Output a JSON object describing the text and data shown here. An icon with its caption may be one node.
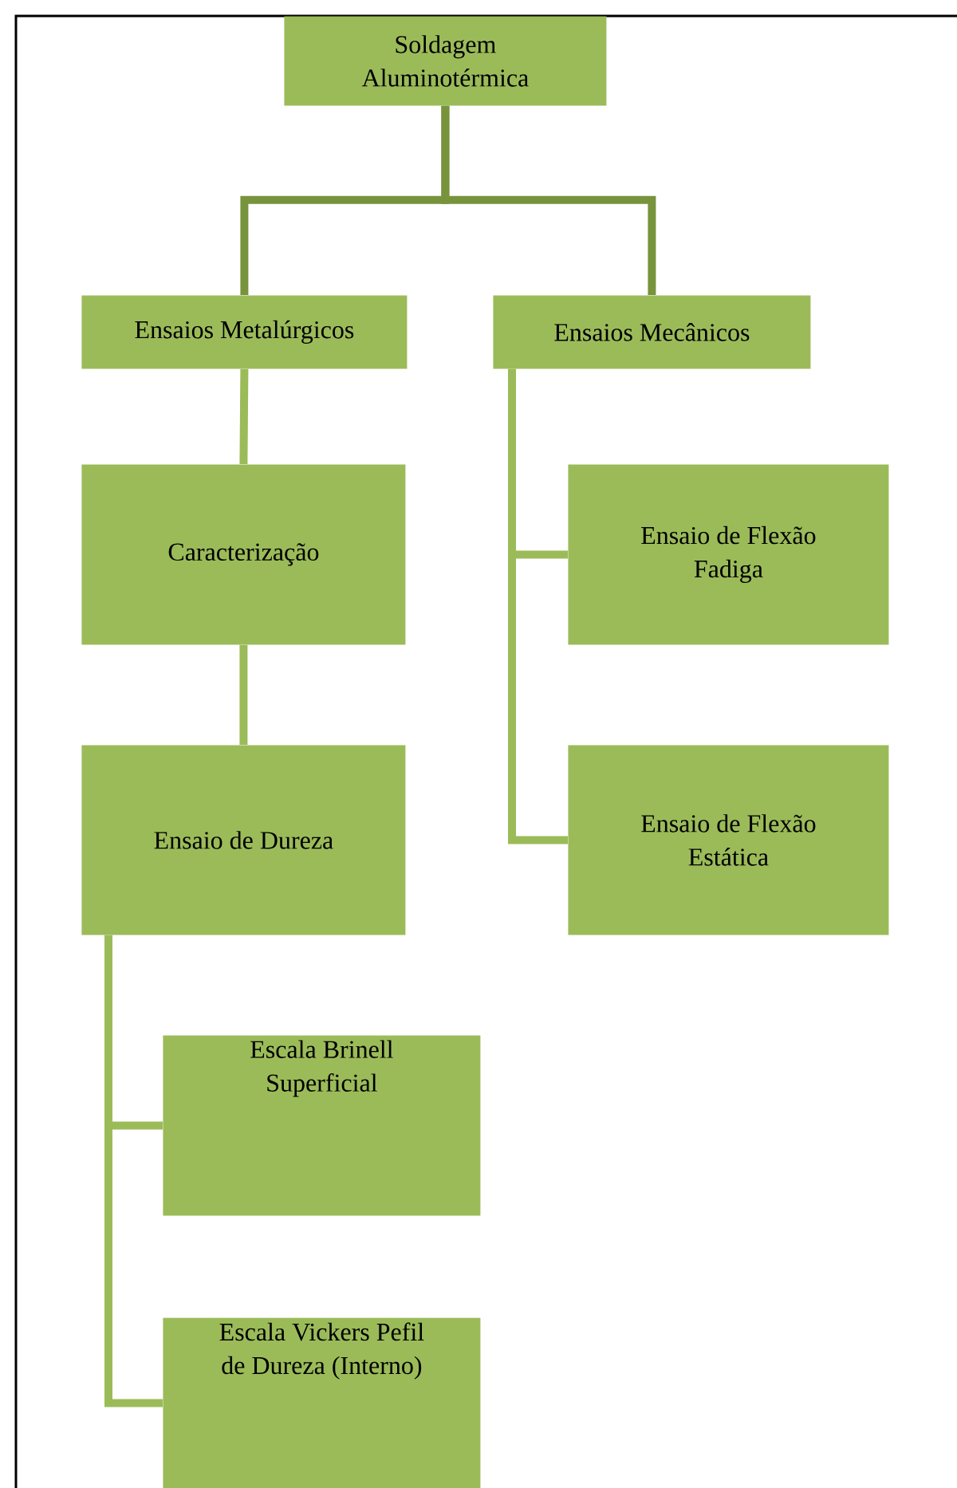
{
  "diagram": {
    "nodes": [
      {
        "text": [
          "Soldagem Aluminotérmica"
        ]
      },
      {
        "text": [
          "Ensaios Metalúrgicos"
        ]
      },
      {
        "text": [
          "Ensaios Mecânicos"
        ]
      },
      {
        "text": [
          "Caracterização"
        ]
      },
      {
        "text": [
          "Ensaio de Flexão Fadiga"
        ]
      },
      {
        "text": [
          "Ensaio de Dureza"
        ]
      },
      {
        "text": [
          "Ensaio de Flexão Estática"
        ]
      },
      {
        "text": [
          "Escala Brinell Superficial"
        ]
      },
      {
        "text": [
          "Escala Vickers Pefil de Dureza (Interno)"
        ]
      }
    ],
    "edges": [
      {
        "from": 0,
        "to": 1,
        "arrow": "none",
        "color": "#77933c"
      },
      {
        "from": 0,
        "to": 2,
        "arrow": "none",
        "color": "#77933c"
      },
      {
        "from": 1,
        "to": 3,
        "arrow": "none"
      },
      {
        "from": 3,
        "to": 5,
        "arrow": "none"
      },
      {
        "from": 2,
        "to": 4,
        "arrow": "none"
      },
      {
        "from": 2,
        "to": 6,
        "arrow": "none"
      },
      {
        "from": 5,
        "to": 7,
        "arrow": "none"
      },
      {
        "from": 5,
        "to": 8,
        "arrow": "none"
      }
    ]
  }
}
